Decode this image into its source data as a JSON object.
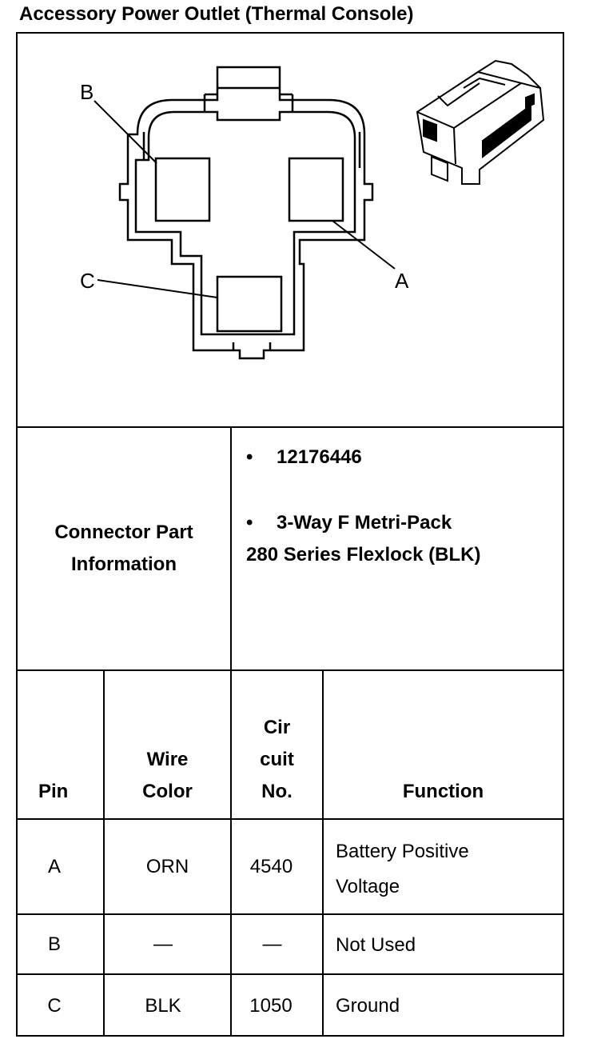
{
  "title": "Accessory Power Outlet (Thermal Console)",
  "diagram": {
    "labels": {
      "a": "A",
      "b": "B",
      "c": "C"
    }
  },
  "connector_info": {
    "label_line1": "Connector Part",
    "label_line2": "Information",
    "part_number": "12176446",
    "desc_line1": "3-Way F Metri-Pack",
    "desc_line2": "280 Series Flexlock (BLK)",
    "bullet": "•"
  },
  "table": {
    "headers": {
      "pin": "Pin",
      "wire_color_1": "Wire",
      "wire_color_2": "Color",
      "circuit_1": "Cir",
      "circuit_2": "cuit",
      "circuit_3": "No.",
      "function": "Function"
    },
    "rows": [
      {
        "pin": "A",
        "wire": "ORN",
        "circuit": "4540",
        "function_1": "Battery Positive",
        "function_2": "Voltage"
      },
      {
        "pin": "B",
        "wire": "—",
        "circuit": "—",
        "function_1": "Not Used",
        "function_2": ""
      },
      {
        "pin": "C",
        "wire": "BLK",
        "circuit": "1050",
        "function_1": "Ground",
        "function_2": ""
      }
    ]
  }
}
